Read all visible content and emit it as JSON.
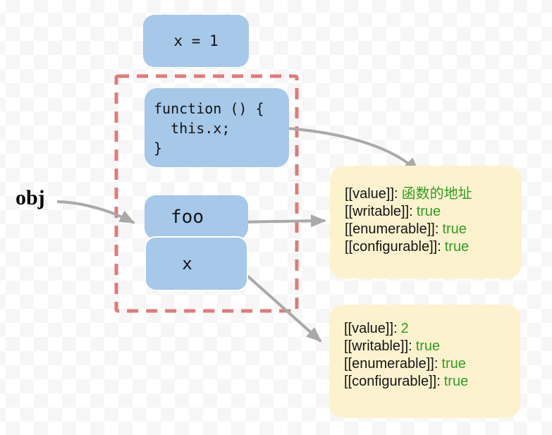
{
  "boxes": {
    "global_var": {
      "text": "x = 1"
    },
    "function_def": {
      "code": "function () {\n  this.x;\n}"
    },
    "property_foo": {
      "text": "foo"
    },
    "property_x": {
      "text": "x"
    },
    "object_label": {
      "text": "obj"
    }
  },
  "notes": {
    "foo_descriptor": {
      "rows": [
        {
          "label": "[[value]]:",
          "value": "函数的地址"
        },
        {
          "label": "[[writable]]:",
          "value": "true"
        },
        {
          "label": "[[enumerable]]:",
          "value": "true"
        },
        {
          "label": "[[configurable]]:",
          "value": "true"
        }
      ]
    },
    "x_descriptor": {
      "rows": [
        {
          "label": "[[value]]:",
          "value": "2"
        },
        {
          "label": "[[writable]]:",
          "value": "true"
        },
        {
          "label": "[[enumerable]]:",
          "value": "true"
        },
        {
          "label": "[[configurable]]:",
          "value": "true"
        }
      ]
    }
  },
  "colors": {
    "box_blue": "#A6C8E9",
    "note_yellow": "#FCF2CE",
    "dash_red": "#E07A7A",
    "arrow_gray": "#A9A9A9",
    "value_green": "#2D9E23",
    "text_dark": "#141414"
  }
}
